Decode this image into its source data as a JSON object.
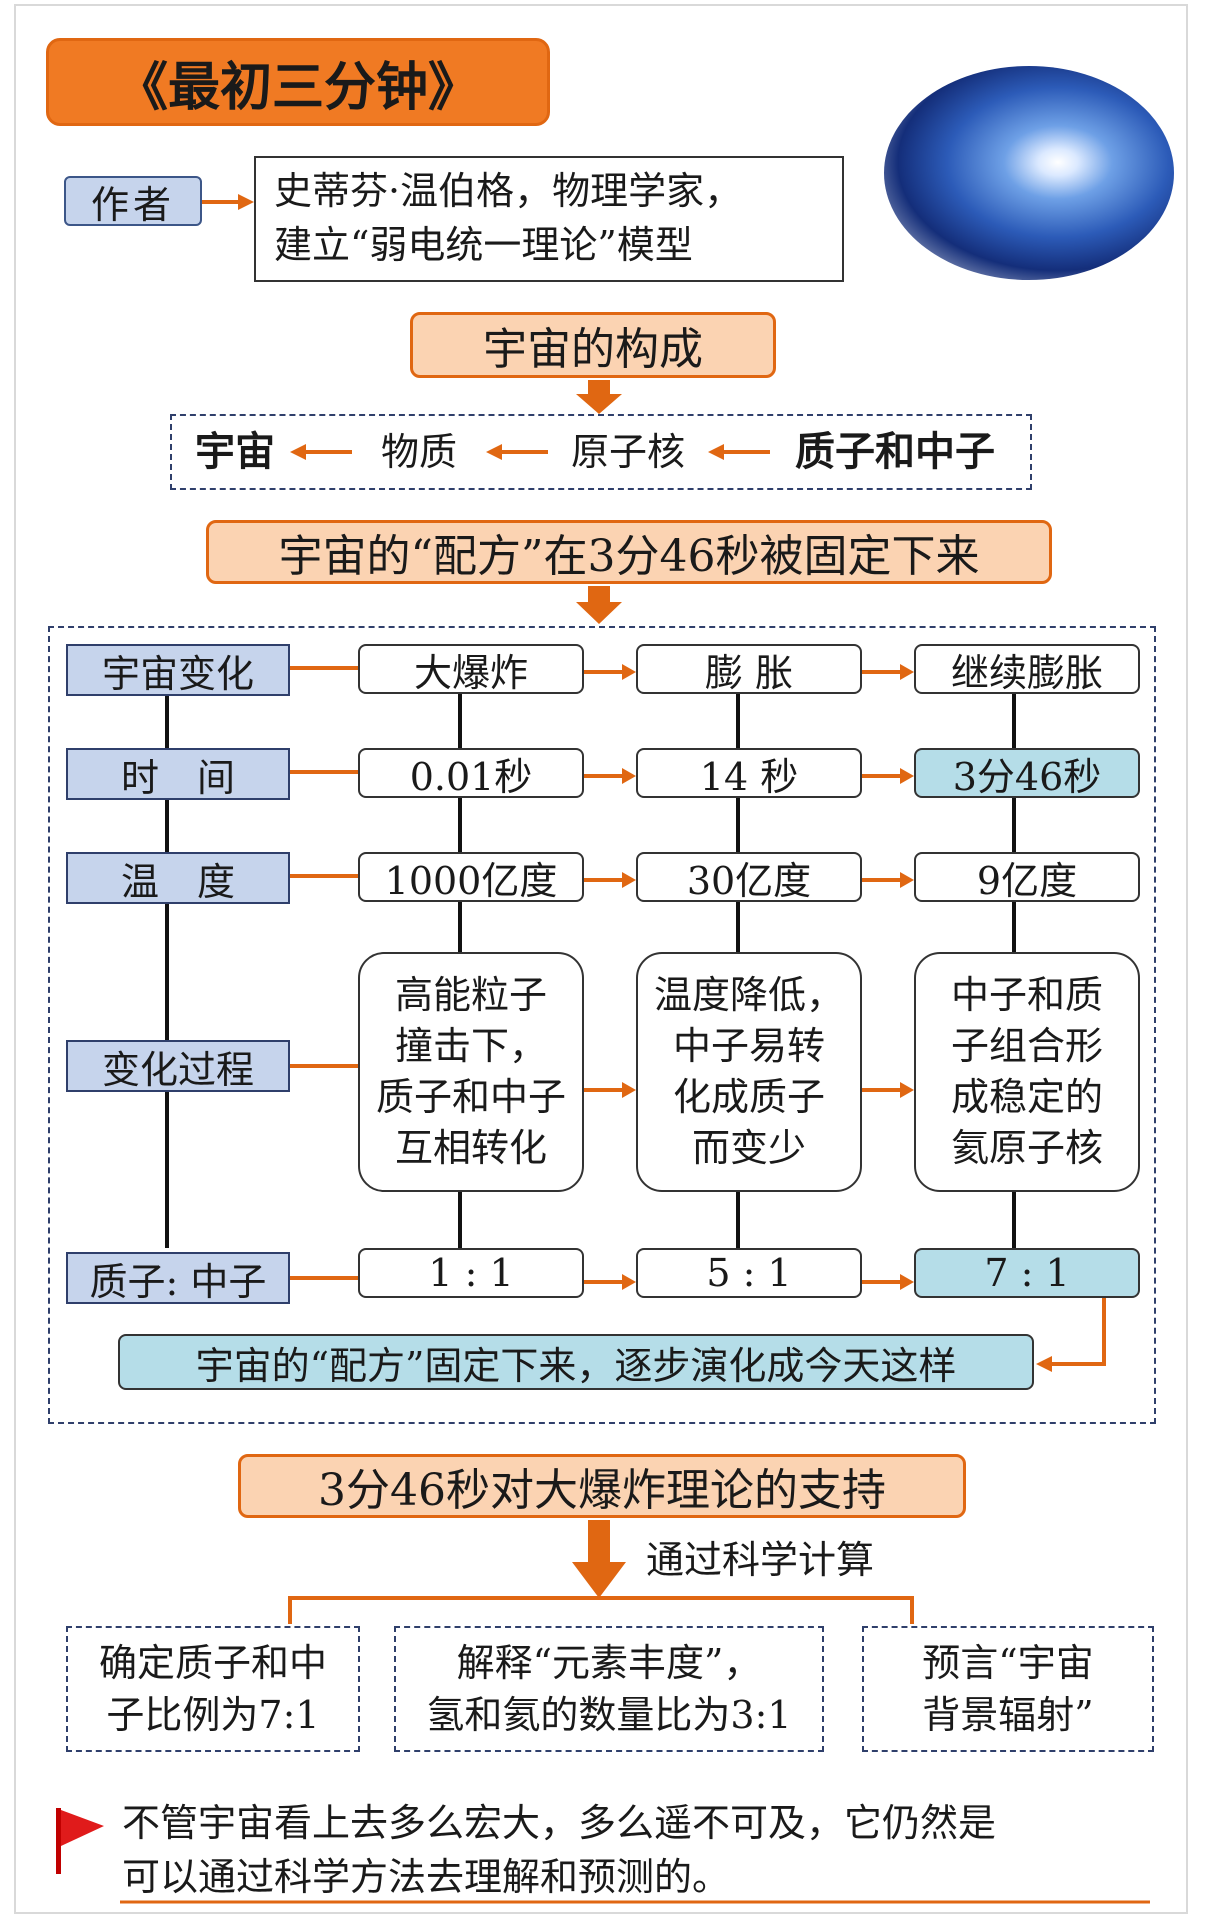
{
  "title": "《最初三分钟》",
  "author": {
    "label": "作者",
    "line1": "史蒂芬·温伯格，物理学家，",
    "line2": "建立“弱电统一理论”模型"
  },
  "composition": {
    "heading": "宇宙的构成",
    "items": [
      "宇宙",
      "物质",
      "原子核",
      "质子和中子"
    ]
  },
  "recipe_heading": "宇宙的“配方”在3分46秒被固定下来",
  "table": {
    "row_labels": [
      "宇宙变化",
      "时　间",
      "温　度",
      "变化过程",
      "质子: 中子"
    ],
    "columns": [
      {
        "stage": "大爆炸",
        "time": "0.01秒",
        "temp": "1000亿度",
        "process": [
          "高能粒子",
          "撞击下，",
          "质子和中子",
          "互相转化"
        ],
        "ratio": "1 : 1"
      },
      {
        "stage": "膨  胀",
        "time": "14 秒",
        "temp": "30亿度",
        "process": [
          "温度降低，",
          "中子易转",
          "化成质子",
          "而变少"
        ],
        "ratio": "5 : 1"
      },
      {
        "stage": "继续膨胀",
        "time": "3分46秒",
        "temp": "9亿度",
        "process": [
          "中子和质",
          "子组合形",
          "成稳定的",
          "氦原子核"
        ],
        "ratio": "7 : 1"
      }
    ],
    "conclusion": "宇宙的“配方”固定下来，逐步演化成今天这样"
  },
  "support": {
    "heading": "3分46秒对大爆炸理论的支持",
    "method": "通过科学计算",
    "items": [
      [
        "确定质子和中",
        "子比例为7:1"
      ],
      [
        "解释“元素丰度”，",
        "氢和氦的数量比为3:1"
      ],
      [
        "预言“宇宙",
        "背景辐射”"
      ]
    ]
  },
  "footer": {
    "line1": "不管宇宙看上去多么宏大，多么遥不可及，它仍然是",
    "line2": "可以通过科学方法去理解和预测的。"
  },
  "colors": {
    "accent": "#e06712",
    "label_fill": "#c6d4ec",
    "highlight": "#b5dde8"
  },
  "icons": [
    "space-image",
    "red-flag-icon"
  ]
}
